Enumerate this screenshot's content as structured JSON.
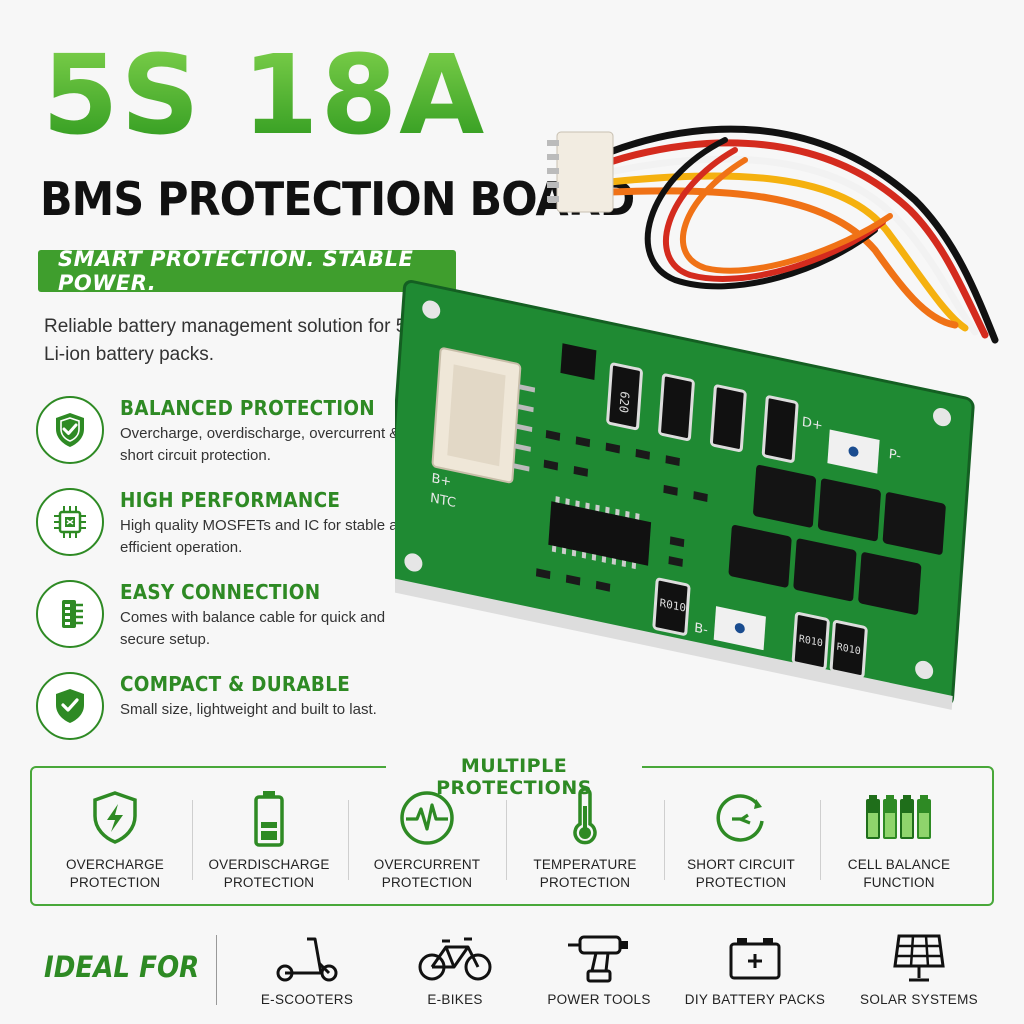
{
  "header": {
    "title": "5S 18A",
    "subtitle": "BMS PROTECTION BOARD",
    "tagline": "SMART PROTECTION. STABLE POWER.",
    "intro": "Reliable battery management solution for 5S Li-ion battery packs."
  },
  "features": [
    {
      "icon": "shield-check-icon",
      "title": "BALANCED PROTECTION",
      "desc": "Overcharge, overdischarge, overcurrent & short circuit protection."
    },
    {
      "icon": "chip-icon",
      "title": "HIGH PERFORMANCE",
      "desc": "High quality MOSFETs and IC for stable and efficient operation."
    },
    {
      "icon": "connector-icon",
      "title": "EASY CONNECTION",
      "desc": "Comes with balance cable for quick and secure setup."
    },
    {
      "icon": "shield-check-icon",
      "title": "COMPACT & DURABLE",
      "desc": "Small size, lightweight and built to last."
    }
  ],
  "protections": {
    "title": "MULTIPLE PROTECTIONS",
    "items": [
      {
        "icon": "shield-bolt-icon",
        "line1": "OVERCHARGE",
        "line2": "PROTECTION"
      },
      {
        "icon": "battery-low-icon",
        "line1": "OVERDISCHARGE",
        "line2": "PROTECTION"
      },
      {
        "icon": "pulse-icon",
        "line1": "OVERCURRENT",
        "line2": "PROTECTION"
      },
      {
        "icon": "thermometer-icon",
        "line1": "TEMPERATURE",
        "line2": "PROTECTION"
      },
      {
        "icon": "short-circuit-icon",
        "line1": "SHORT CIRCUIT",
        "line2": "PROTECTION"
      },
      {
        "icon": "cell-balance-icon",
        "line1": "CELL BALANCE",
        "line2": "FUNCTION"
      }
    ]
  },
  "ideal_for": {
    "label": "IDEAL FOR",
    "items": [
      {
        "icon": "scooter-icon",
        "label": "E-SCOOTERS"
      },
      {
        "icon": "bicycle-icon",
        "label": "E-BIKES"
      },
      {
        "icon": "drill-icon",
        "label": "POWER TOOLS"
      },
      {
        "icon": "battery-pack-icon",
        "label": "DIY BATTERY PACKS"
      },
      {
        "icon": "solar-panel-icon",
        "label": "SOLAR SYSTEMS"
      }
    ]
  },
  "board": {
    "resistor_top": "620",
    "resistor_bottom": "R010",
    "labels": {
      "b_plus": "B+",
      "ntc": "NTC",
      "b_minus": "B-",
      "p_minus": "P-",
      "d_plus": "D+"
    }
  },
  "colors": {
    "brand_green": "#2e8a24",
    "pcb_green": "#1f8a33",
    "accent_green": "#3f9e2d"
  }
}
